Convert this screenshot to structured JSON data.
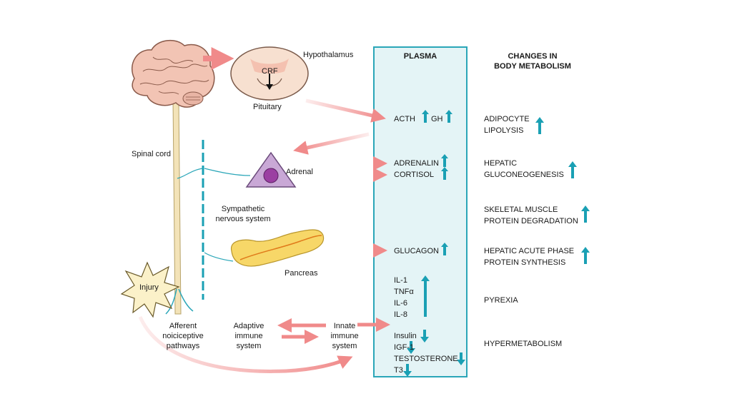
{
  "colors": {
    "plasma_fill": "#e4f4f6",
    "plasma_border": "#2aa6b8",
    "up_arrow": "#1aa0b4",
    "flow_arrow": "#f08a8a",
    "brain": "#f2c4b4",
    "adrenal_triangle": "#c9a8d6",
    "adrenal_core": "#9b3fa2",
    "pancreas": "#f7d768"
  },
  "headers": {
    "plasma": "PLASMA",
    "changes_line1": "CHANGES IN",
    "changes_line2": "BODY METABOLISM"
  },
  "labels": {
    "hypothalamus": "Hypothalamus",
    "crf": "CRF",
    "pituitary": "Pituitary",
    "spinal_cord": "Spinal cord",
    "adrenal": "Adrenal",
    "sympathetic_line1": "Sympathetic",
    "sympathetic_line2": "nervous system",
    "pancreas": "Pancreas",
    "injury": "Injury",
    "afferent_line1": "Afferent",
    "afferent_line2": "noiciceptive",
    "afferent_line3": "pathways",
    "adaptive_line1": "Adaptive",
    "adaptive_line2": "immune",
    "adaptive_line3": "system",
    "innate_line1": "Innate",
    "innate_line2": "immune",
    "innate_line3": "system"
  },
  "plasma": {
    "acth": "ACTH",
    "gh": "GH",
    "adrenalin": "ADRENALIN",
    "cortisol": "CORTISOL",
    "glucagon": "GLUCAGON",
    "il1": "IL-1",
    "tnf": "TNFα",
    "il6": "IL-6",
    "il8": "IL-8",
    "insulin": "Insulin",
    "igf1": "IGF-1",
    "testosterone": "TESTOSTERONE",
    "t3": "T3"
  },
  "changes": {
    "adipocyte_line1": "ADIPOCYTE",
    "adipocyte_line2": "LIPOLYSIS",
    "hepatic_line1": "HEPATIC",
    "hepatic_line2": "GLUCONEOGENESIS",
    "muscle_line1": "SKELETAL MUSCLE",
    "muscle_line2": "PROTEIN DEGRADATION",
    "acute_line1": "HEPATIC ACUTE PHASE",
    "acute_line2": "PROTEIN SYNTHESIS",
    "pyrexia": "PYREXIA",
    "hypermetabolism": "HYPERMETABOLISM"
  },
  "icons": [
    "brain-icon",
    "hypothalamus-pituitary-icon",
    "adrenal-icon",
    "pancreas-icon",
    "injury-star-icon",
    "spinal-cord-icon",
    "up-arrow-icon",
    "down-arrow-icon"
  ]
}
